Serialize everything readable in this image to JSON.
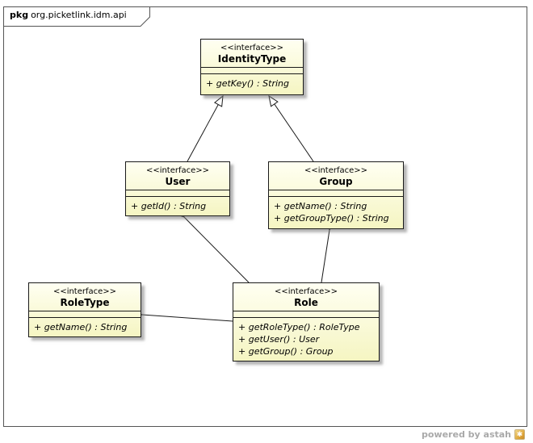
{
  "package_tab": {
    "keyword": "pkg",
    "name": "org.picketlink.idm.api"
  },
  "classes": [
    {
      "stereotype": "<<interface>>",
      "name": "IdentityType",
      "operations": [
        "+ getKey() : String"
      ]
    },
    {
      "stereotype": "<<interface>>",
      "name": "User",
      "operations": [
        "+ getId() : String"
      ]
    },
    {
      "stereotype": "<<interface>>",
      "name": "Group",
      "operations": [
        "+ getName() : String",
        "+ getGroupType() : String"
      ]
    },
    {
      "stereotype": "<<interface>>",
      "name": "RoleType",
      "operations": [
        "+ getName() : String"
      ]
    },
    {
      "stereotype": "<<interface>>",
      "name": "Role",
      "operations": [
        "+ getRoleType() : RoleType",
        "+ getUser() : User",
        "+ getGroup() : Group"
      ]
    }
  ],
  "relationships": [
    {
      "type": "generalization",
      "from": "User",
      "to": "IdentityType"
    },
    {
      "type": "generalization",
      "from": "Group",
      "to": "IdentityType"
    },
    {
      "type": "association",
      "from": "Role",
      "to": "User"
    },
    {
      "type": "association",
      "from": "Role",
      "to": "Group"
    },
    {
      "type": "association",
      "from": "Role",
      "to": "RoleType"
    }
  ],
  "footer": {
    "powered_by": "powered by astah"
  }
}
